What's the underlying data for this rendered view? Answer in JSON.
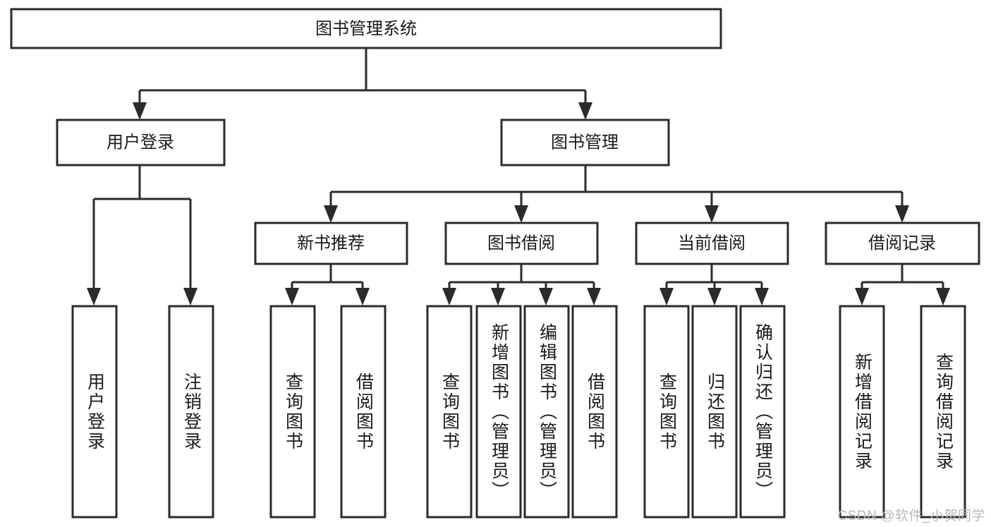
{
  "diagram": {
    "type": "tree",
    "title": "图书管理系统",
    "orientation": "top-down",
    "colors": {
      "box_stroke": "#2b2b2b",
      "box_fill": "#ffffff",
      "text": "#1a1a1a",
      "connector": "#2b2b2b",
      "background": "#ffffff",
      "watermark": "#b9b9b9"
    },
    "root": {
      "label": "图书管理系统"
    },
    "level2": [
      {
        "label": "用户登录"
      },
      {
        "label": "图书管理"
      }
    ],
    "level3": [
      {
        "label": "新书推荐"
      },
      {
        "label": "图书借阅"
      },
      {
        "label": "当前借阅"
      },
      {
        "label": "借阅记录"
      }
    ],
    "leaves": {
      "user_login": [
        {
          "label": "用户登录"
        },
        {
          "label": "注销登录"
        }
      ],
      "new_book_recommend": [
        {
          "label": "查询图书"
        },
        {
          "label": "借阅图书"
        }
      ],
      "book_borrow": [
        {
          "label": "查询图书"
        },
        {
          "label": "新增图书（管理员）"
        },
        {
          "label": "编辑图书（管理员）"
        },
        {
          "label": "借阅图书"
        }
      ],
      "current_borrow": [
        {
          "label": "查询图书"
        },
        {
          "label": "归还图书"
        },
        {
          "label": "确认归还（管理员）"
        }
      ],
      "borrow_records": [
        {
          "label": "新增借阅记录"
        },
        {
          "label": "查询借阅记录"
        }
      ]
    }
  },
  "watermark": {
    "text": "CSDN @软件_小贺同学"
  }
}
